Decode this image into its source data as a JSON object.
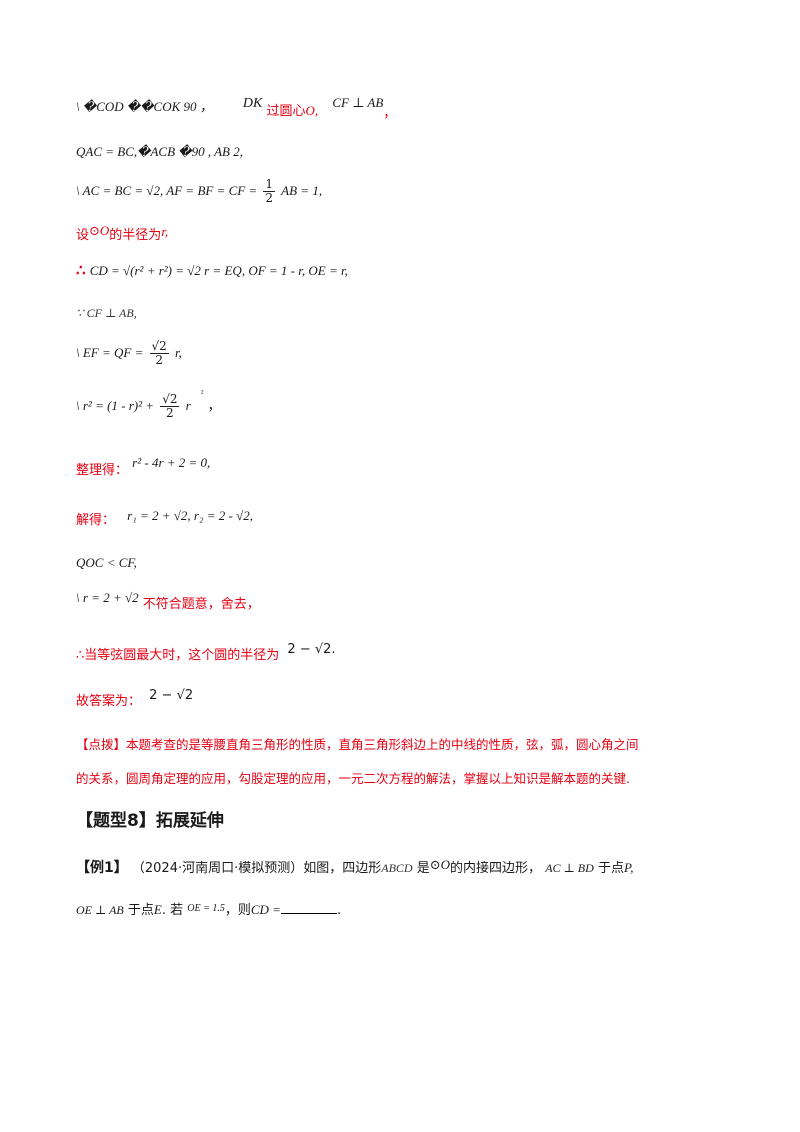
{
  "lines": {
    "l1_a": "\\ �COD ��COK   90 ，",
    "l1_b": "DK",
    "l1_c": "过圆心",
    "l1_d": "O,",
    "l1_e": "CF ⊥ AB",
    "l1_f": "，",
    "l2": "QAC = BC,�ACB �90  , AB   2,",
    "l3_a": "\\  AC = BC = √2, AF = BF = CF =",
    "l3_frac_num": "1",
    "l3_frac_den": "2",
    "l3_b": "AB = 1,",
    "l4_a": "设",
    "l4_b": "⊙O",
    "l4_c": "的半径为",
    "l4_d": "r,",
    "l5_sym": "∴",
    "l5": "CD = √(r² + r²) = √2 r = EQ, OF = 1 - r, OE = r,",
    "l6": "∵ CF ⊥ AB,",
    "l7_a": "\\  EF = QF =",
    "l7_frac_num": "√2",
    "l7_frac_den": "2",
    "l7_b": "r,",
    "l8_a": "\\  r² = (1 - r)² +",
    "l8_frac_num": "√2",
    "l8_frac_den": "2",
    "l8_b": "r",
    "l8_c": "²",
    "l8_d": "，",
    "l9_a": "整理得：",
    "l9_b": "r² - 4r + 2 = 0,",
    "l10_a": "解得：",
    "l10_b": "r₁ = 2 + √2, r₂ = 2 - √2,",
    "l11": "QOC < CF,",
    "l12_a": "\\  r = 2 + √2",
    "l12_b": "不符合题意，舍去，",
    "l13_a": "∴当等弦圆最大时，这个圆的半径为",
    "l13_b": "2 − √2.",
    "l14_a": "故答案为：",
    "l14_b": "2 − √2",
    "tip_1": "【点拨】本题考查的是等腰直角三角形的性质，直角三角形斜边上的中线的性质，弦，弧，圆心角之间",
    "tip_2": "的关系，圆周角定理的应用，勾股定理的应用，一元二次方程的解法，掌握以上知识是解本题的关键."
  },
  "section": {
    "heading": "【题型8】拓展延伸"
  },
  "example": {
    "label": "【例1】",
    "l1_a": "（2024·河南周口·模拟预测）如图，四边形",
    "l1_b": "ABCD",
    "l1_c": "是",
    "l1_d": "⊙O",
    "l1_e": "的内接四边形，",
    "l1_f": "AC ⊥ BD",
    "l1_g": "于点",
    "l1_h": "P,",
    "l2_a": "OE ⊥ AB",
    "l2_b": "于点",
    "l2_c": "E",
    "l2_d": ". 若",
    "l2_e": "OE = 1.5",
    "l2_f": "，则",
    "l2_g": "CD =",
    "l2_h": "."
  }
}
